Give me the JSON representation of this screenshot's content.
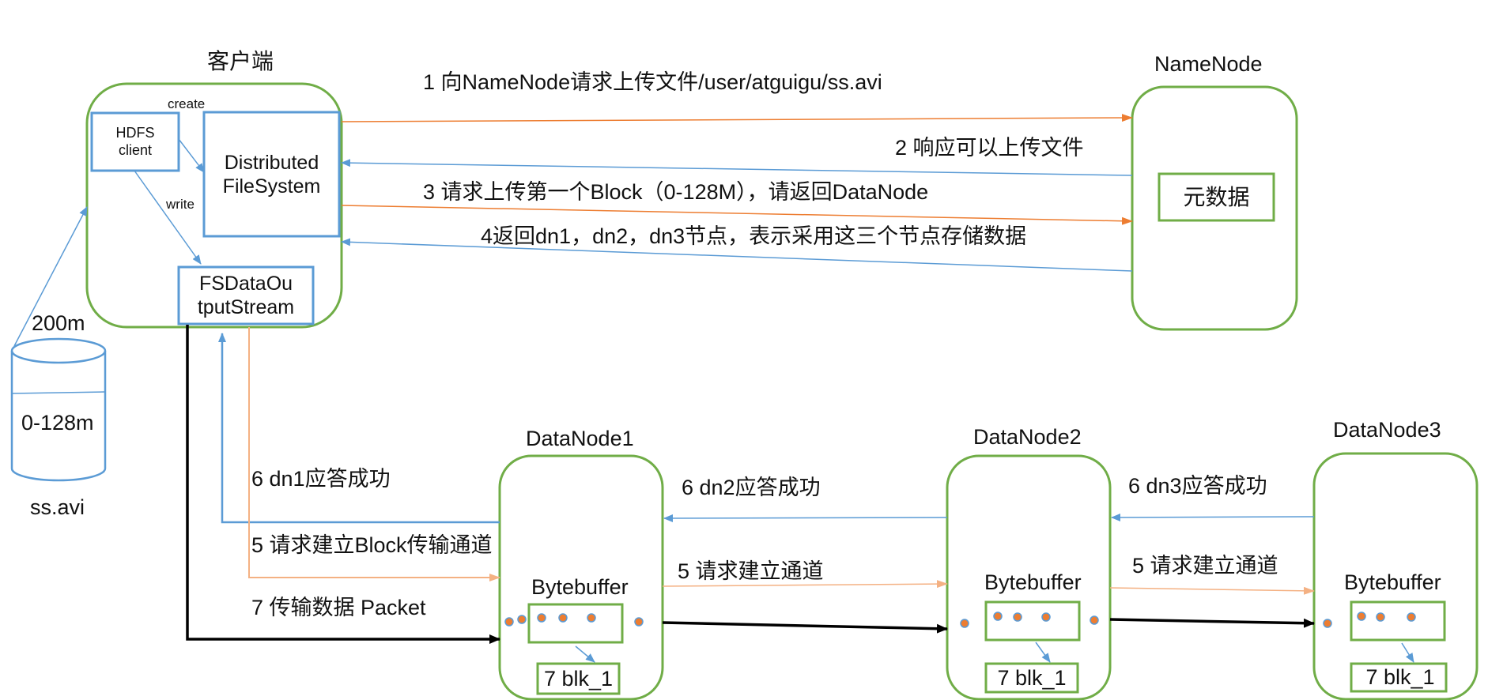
{
  "client": {
    "title": "客户端",
    "hdfs_client": "HDFS\nclient",
    "distributed_fs": "Distributed\nFileSystem",
    "fsdataoutputstream": "FSDataOu\ntputStream",
    "create_label": "create",
    "write_label": "write"
  },
  "file": {
    "size_label": "200m",
    "block_label": "0-128m",
    "name": "ss.avi"
  },
  "namenode": {
    "title": "NameNode",
    "metadata": "元数据"
  },
  "steps": {
    "s1": "1 向NameNode请求上传文件/user/atguigu/ss.avi",
    "s2": "2 响应可以上传文件",
    "s3": "3 请求上传第一个Block（0-128M），请返回DataNode",
    "s4": "4返回dn1，dn2，dn3节点，表示采用这三个节点存储数据",
    "s5_client": "5 请求建立Block传输通道",
    "s5_dn1": "5 请求建立通道",
    "s5_dn2": "5 请求建立通道",
    "s6_dn1": "6 dn1应答成功",
    "s6_dn2": "6 dn2应答成功",
    "s6_dn3": "6 dn3应答成功",
    "s7": "7 传输数据  Packet"
  },
  "datanodes": [
    {
      "title": "DataNode1",
      "buffer": "Bytebuffer",
      "block": "7 blk_1"
    },
    {
      "title": "DataNode2",
      "buffer": "Bytebuffer",
      "block": "7 blk_1"
    },
    {
      "title": "DataNode3",
      "buffer": "Bytebuffer",
      "block": "7 blk_1"
    }
  ],
  "colors": {
    "container_green": "#70AD47",
    "component_blue": "#5B9BD5",
    "request_orange": "#ED7D31",
    "pipeline_peach": "#F4B183",
    "data_black": "#000000",
    "dot_orange": "#ED7D31"
  }
}
